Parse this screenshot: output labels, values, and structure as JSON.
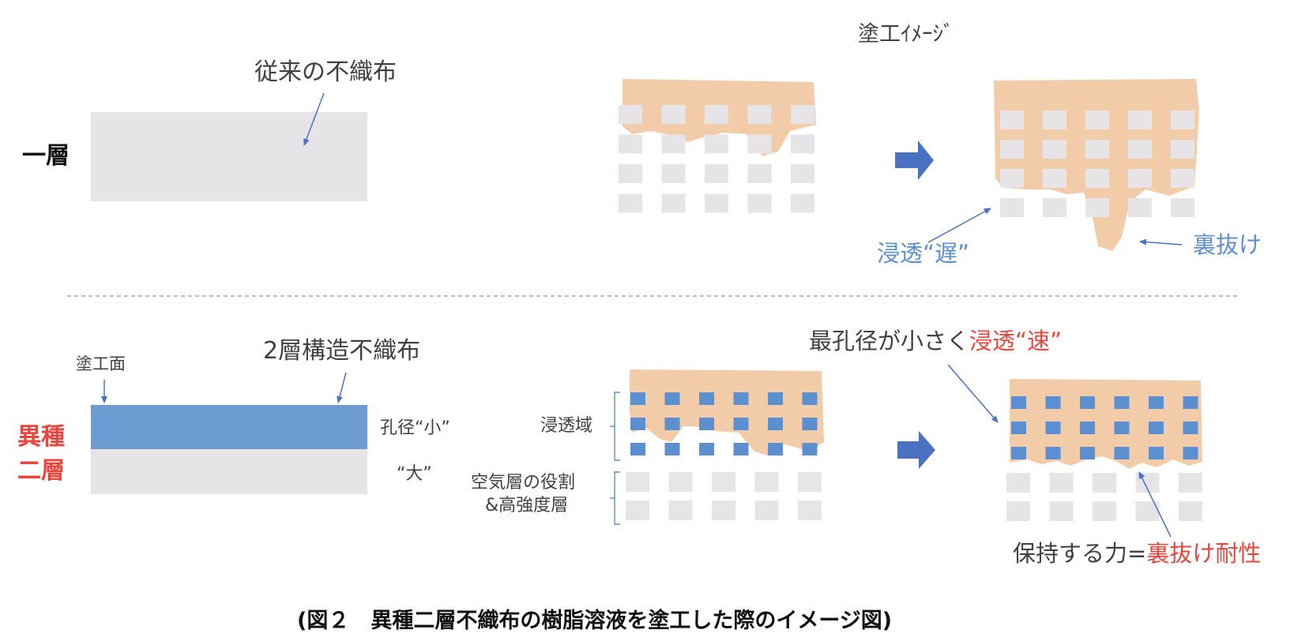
{
  "coating_image_title": "塗工ｲﾒｰｼﾞ",
  "single_layer": {
    "row_label": "一層",
    "fabric_label": "従来の不織布",
    "penetration_note": "浸透",
    "penetration_speed": "“遅”",
    "strike_through": "裏抜け"
  },
  "double_layer": {
    "row_label_line1": "異種",
    "row_label_line2": "二層",
    "coating_face": "塗工面",
    "fabric_label": "2層構造不織布",
    "pore_small": "孔径“小”",
    "pore_large": "“大”",
    "penetration_zone": "浸透域",
    "air_layer_line1": "空気層の役割",
    "air_layer_line2": "&高強度層",
    "fast_prefix": "最孔径が小さく",
    "fast_highlight": "浸透“速”",
    "hold_prefix": "保持する力=",
    "hold_highlight": "裏抜け耐性"
  },
  "caption": "(図２　異種二層不織布の樹脂溶液を塗工した際のイメージ図)",
  "colors": {
    "resin": "#f2cba9",
    "grey_cell": "#e6e4e6",
    "blue_cell": "#5b8fd0",
    "blue_layer": "#6c9bd2",
    "arrow_blue": "#4a72c2",
    "accent_red": "#e8453c",
    "divider": "#8ea9d6"
  }
}
